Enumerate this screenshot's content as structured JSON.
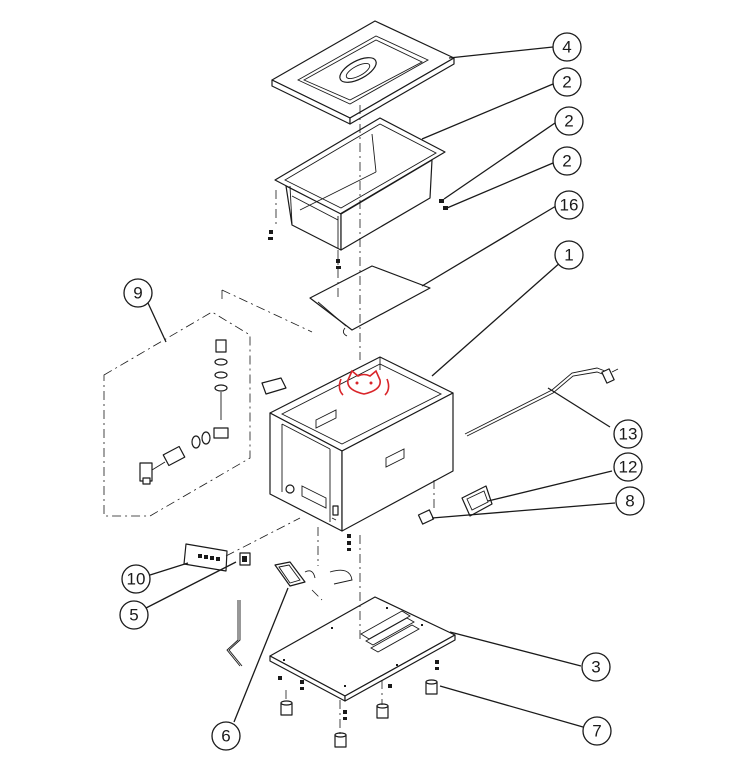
{
  "callouts": [
    {
      "id": "c4",
      "label": "4"
    },
    {
      "id": "c2a",
      "label": "2"
    },
    {
      "id": "c2b",
      "label": "2"
    },
    {
      "id": "c2c",
      "label": "2"
    },
    {
      "id": "c16",
      "label": "16"
    },
    {
      "id": "c1",
      "label": "1"
    },
    {
      "id": "c9",
      "label": "9"
    },
    {
      "id": "c13",
      "label": "13"
    },
    {
      "id": "c12",
      "label": "12"
    },
    {
      "id": "c8",
      "label": "8"
    },
    {
      "id": "c10",
      "label": "10"
    },
    {
      "id": "c5",
      "label": "5"
    },
    {
      "id": "c3",
      "label": "3"
    },
    {
      "id": "c7",
      "label": "7"
    },
    {
      "id": "c6",
      "label": "6"
    }
  ],
  "colors": {
    "line": "#1a1a1a",
    "background": "#ffffff",
    "logo": "#d9252a"
  },
  "logo": {
    "icon": "cat-face-logo"
  }
}
